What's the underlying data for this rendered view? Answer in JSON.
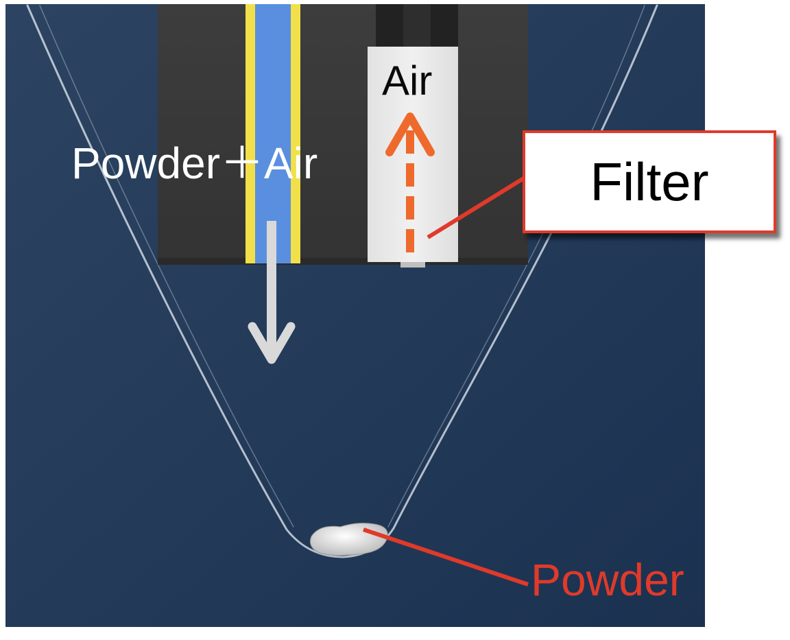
{
  "labels": {
    "powder_air": "Powder＋Air",
    "air": "Air",
    "filter": "Filter",
    "powder": "Powder"
  },
  "colors": {
    "background_top": "#2a4160",
    "background_bottom": "#1d3350",
    "nozzle_body": "#3a3a3a",
    "powder_channel": "#5a8fe0",
    "channel_border": "#f2e04a",
    "filter_fill": "#e9e9e9",
    "air_flow_arrow": "#ee6a2c",
    "powder_flow_arrow": "#d9d9d9",
    "callout_red": "#e03a2a",
    "funnel_edge": "#e6ecf4",
    "powder_pile": "#f0f0f0"
  },
  "icons": {
    "powder_flow": "down-arrow-icon",
    "air_flow": "dashed-up-arrow-icon"
  }
}
